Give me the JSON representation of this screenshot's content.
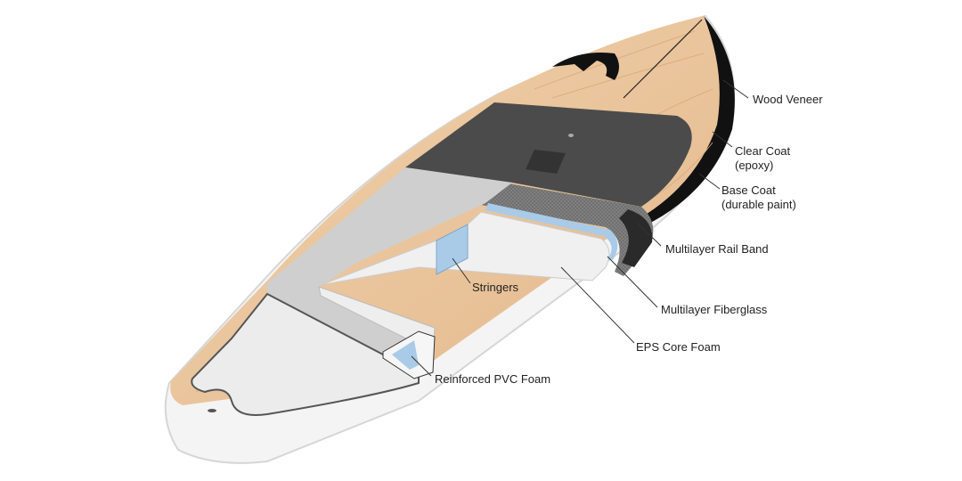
{
  "title": "Paddleboard construction layers",
  "labels": {
    "wood_veneer": "Wood Veneer",
    "clear_coat": "Clear Coat",
    "clear_coat_sub": "(epoxy)",
    "base_coat": "Base Coat",
    "base_coat_sub": "(durable paint)",
    "rail_band": "Multilayer Rail Band",
    "fiberglass": "Multilayer Fiberglass",
    "eps_core": "EPS Core Foam",
    "stringers": "Stringers",
    "pvc_foam": "Reinforced PVC Foam"
  },
  "colors": {
    "wood": "#e9c39b",
    "rail": "#111111",
    "dark_pad": "#4a4a4a",
    "light_pad": "#cfcfcf",
    "foam": "#f2f2f2",
    "stringer": "#a9cbe8"
  }
}
